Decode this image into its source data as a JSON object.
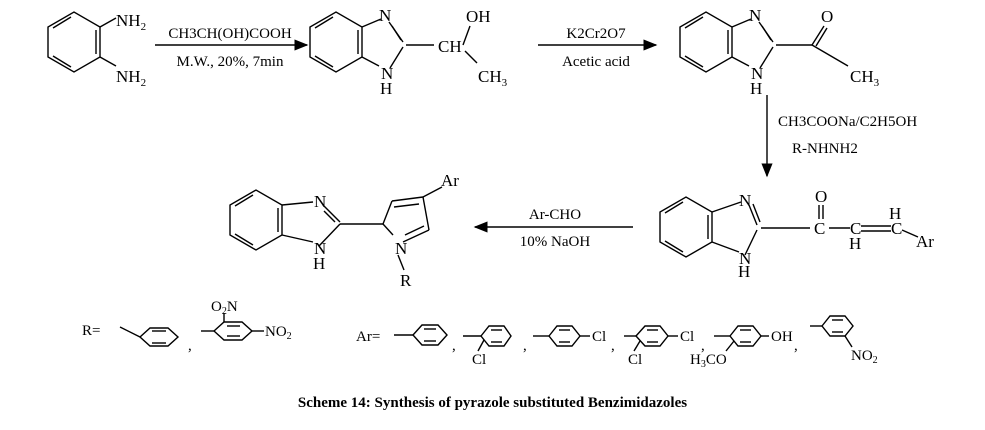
{
  "atoms": {
    "nh2": "NH",
    "n": "N",
    "h": "H",
    "oh": "OH",
    "o": "O",
    "ch": "CH",
    "ch3": "CH",
    "ar": "Ar",
    "r": "R",
    "c": "C",
    "cl": "Cl",
    "no2": "NO",
    "o2n": "O",
    "h3co": "H",
    "sub2": "2",
    "sub3": "3",
    "sub7": "7",
    "sub5": "5",
    "eq": "="
  },
  "reagents": {
    "step1_top": "CH3CH(OH)COOH",
    "step1_bottom": "M.W., 20%, 7min",
    "step2_top": "K2Cr2O7",
    "step2_bottom": "Acetic acid",
    "step3_top": "CH3COONa/C2H5OH",
    "step3_bottom": "R-NHNH2",
    "step4_top": "Ar-CHO",
    "step4_bottom": "10% NaOH"
  },
  "legend": {
    "r_label": "R=",
    "ar_label": "Ar="
  },
  "caption": "Scheme 14: Synthesis of pyrazole substituted Benzimidazoles"
}
